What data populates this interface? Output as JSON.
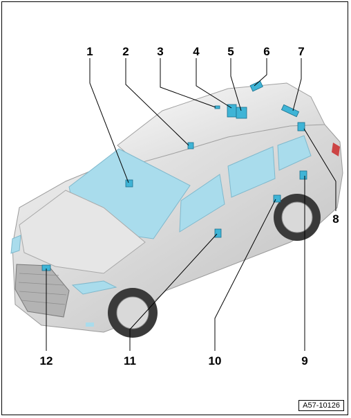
{
  "figure": {
    "id_label": "A57-10126"
  },
  "callouts": [
    {
      "label": "1"
    },
    {
      "label": "2"
    },
    {
      "label": "3"
    },
    {
      "label": "4"
    },
    {
      "label": "5"
    },
    {
      "label": "6"
    },
    {
      "label": "7"
    },
    {
      "label": "8"
    },
    {
      "label": "9"
    },
    {
      "label": "10"
    },
    {
      "label": "11"
    },
    {
      "label": "12"
    }
  ],
  "colors": {
    "component": "#3fb4d6",
    "glass": "#a9dcec",
    "body": "#d8d8d8",
    "outline": "#000000"
  }
}
